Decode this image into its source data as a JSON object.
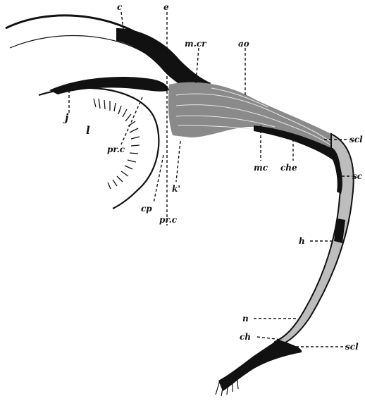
{
  "labels": {
    "c": "c",
    "e": "e",
    "m_cr": "m.cr",
    "ao": "ao",
    "scl_top": "scl",
    "sc": "sc",
    "mc": "mc",
    "che": "che",
    "j": "j",
    "l": "l",
    "pr_c_left": "pr.c",
    "k": "k'",
    "cp": "cp",
    "pr_c_bottom": "pr.c",
    "h": "h",
    "n": "n",
    "ch": "ch",
    "scl_bottom": "scl"
  }
}
